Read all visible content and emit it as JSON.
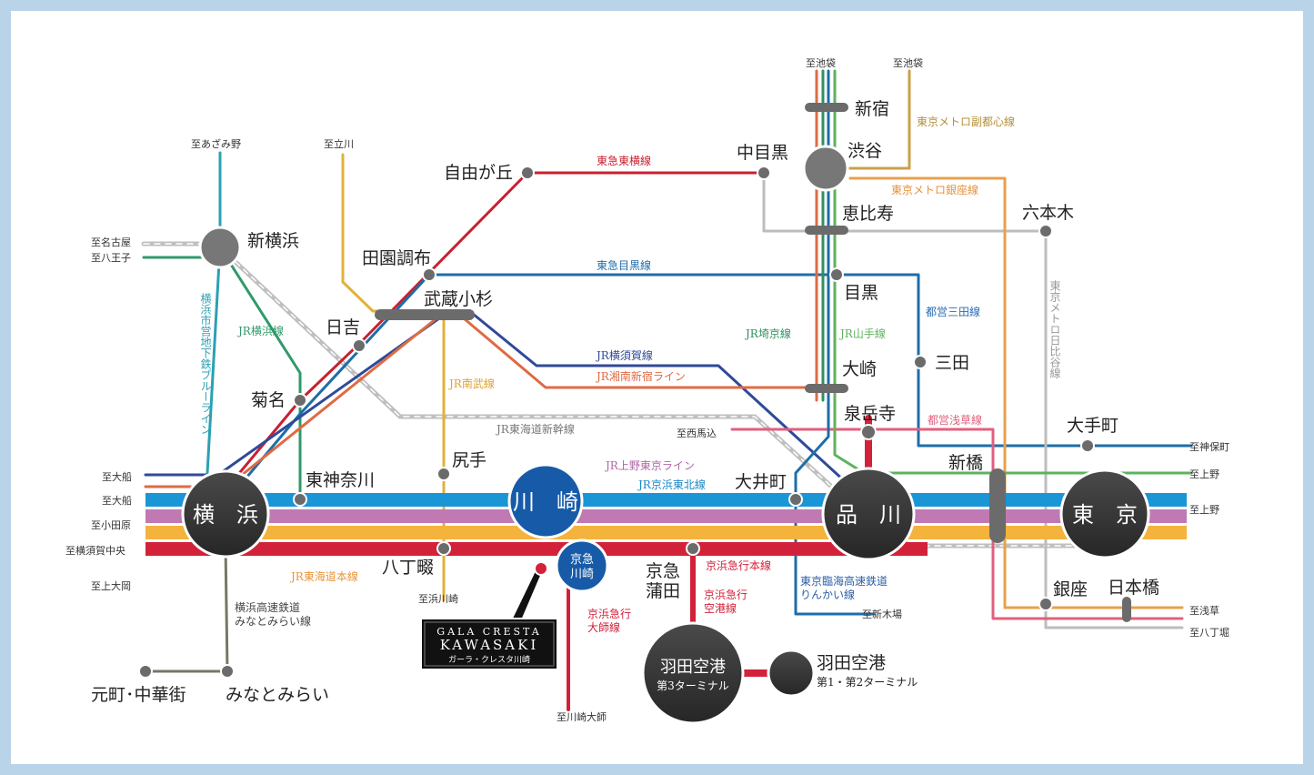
{
  "colors": {
    "tokaido": "#f3b33d",
    "keihintohoku": "#1a96d6",
    "ueno_tokyo": "#c079b3",
    "yokosuka": "#2f4a9a",
    "keikyu": "#d2223a",
    "yamanote": "#5fb25f",
    "saikyo": "#2f8f5e",
    "shinkansen": "#bfbfbf",
    "toyoko": "#c8202f",
    "meguro": "#1d6ea8",
    "nanbu": "#e2b13c",
    "shonan": "#e06a43",
    "hibiya": "#b9b9b9",
    "ginza": "#e8a04b",
    "fukutoshin": "#c9a14a",
    "asakusa": "#e0607e",
    "mita": "#2a6db5",
    "rinkai": "#2b5fa6",
    "bluelline": "#2ba0b3",
    "minatomirai": "#777765",
    "hub": "#333333",
    "kawasaki_hub": "#175ba8"
  },
  "hubs": {
    "yokohama": "横　浜",
    "kawasaki": "川　崎",
    "shinagawa": "品　川",
    "tokyo": "東　京",
    "keikyu_kawasaki": [
      "京急",
      "川崎"
    ],
    "haneda3": [
      "羽田空港",
      "第3ターミナル"
    ]
  },
  "stations": {
    "shinyokohama": "新横浜",
    "kikuna": "菊名",
    "hiyoshi": "日吉",
    "musashikosugi": "武蔵小杉",
    "denenchofu": "田園調布",
    "jiyugaoka": "自由が丘",
    "nakameguro": "中目黒",
    "shibuya": "渋谷",
    "shinjuku": "新宿",
    "ebisu": "恵比寿",
    "meguro": "目黒",
    "osaki": "大崎",
    "sengakuji": "泉岳寺",
    "mita": "三田",
    "roppongi": "六本木",
    "otemachi": "大手町",
    "shimbashi": "新橋",
    "ginza": "銀座",
    "nihombashi": "日本橋",
    "higashikanagawa": "東神奈川",
    "shiriute": "尻手",
    "hatchonawate": "八丁畷",
    "oimachi": "大井町",
    "keikyukamata": [
      "京急",
      "蒲田"
    ],
    "haneda12": "羽田空港",
    "haneda12_sub": "第1・第2ターミナル",
    "motomachi": "元町･中華街",
    "minatomirai": "みなとみらい"
  },
  "lines": {
    "toyoko": "東急東横線",
    "meguro": "東急目黒線",
    "yokohama": "JR横浜線",
    "nanbu": "JR南武線",
    "yokosuka": "JR横須賀線",
    "shonan": "JR湘南新宿ライン",
    "shinkansen": "JR東海道新幹線",
    "ueno_tokyo": "JR上野東京ライン",
    "keihintohoku": "JR京浜東北線",
    "tokaido": "JR東海道本線",
    "saikyo": "JR埼京線",
    "yamanote": "JR山手線",
    "fukutoshin": "東京メトロ副都心線",
    "ginza": "東京メトロ銀座線",
    "mita": "都営三田線",
    "asakusa": "都営浅草線",
    "hibiya": "東京メトロ日比谷線",
    "rinkai": [
      "東京臨海高速鉄道",
      "りんかい線"
    ],
    "keikyu_main": "京浜急行本線",
    "keikyu_airport": [
      "京浜急行",
      "空港線"
    ],
    "keikyu_daishi": [
      "京浜急行",
      "大師線"
    ],
    "blueline": "横浜市営地下鉄ブルーライン",
    "minatomirai": [
      "横浜高速鉄道",
      "みなとみらい線"
    ]
  },
  "destinations": {
    "azamino": "至あざみ野",
    "tachikawa": "至立川",
    "ikebukuro1": "至池袋",
    "ikebukuro2": "至池袋",
    "nagoya": "至名古屋",
    "hachioji": "至八王子",
    "ofuna1": "至大船",
    "ofuna2": "至大船",
    "odawara": "至小田原",
    "yokosukachuo": "至横須賀中央",
    "kamiooka": "至上大岡",
    "hamakawasaki": "至浜川崎",
    "kawasakidaishi": "至川崎大師",
    "nishimagome": "至西馬込",
    "shinkiba": "至新木場",
    "jimbocho": "至神保町",
    "ueno1": "至上野",
    "ueno2": "至上野",
    "asakusa": "至浅草",
    "hatchobori": "至八丁堀"
  },
  "property": {
    "name_line1": "GALA CRESTA",
    "name_line2": "KAWASAKI",
    "name_kana": "ガーラ・クレスタ川崎"
  }
}
